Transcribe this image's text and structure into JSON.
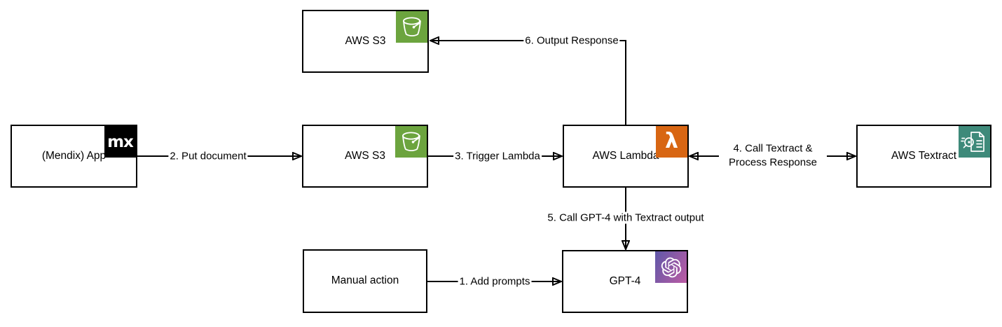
{
  "diagram": {
    "type": "architecture-flow",
    "nodes": [
      {
        "id": "mendix-app",
        "label": "(Mendix) App",
        "icon": "mendix-icon",
        "icon_glyph": "mx"
      },
      {
        "id": "aws-s3-output",
        "label": "AWS S3",
        "icon": "s3-bucket-icon"
      },
      {
        "id": "aws-s3-input",
        "label": "AWS S3",
        "icon": "s3-bucket-icon"
      },
      {
        "id": "aws-lambda",
        "label": "AWS Lambda",
        "icon": "lambda-icon",
        "icon_glyph": "λ"
      },
      {
        "id": "aws-textract",
        "label": "AWS Textract",
        "icon": "textract-icon"
      },
      {
        "id": "manual-action",
        "label": "Manual action"
      },
      {
        "id": "gpt-4",
        "label": "GPT-4",
        "icon": "openai-icon"
      }
    ],
    "edges": [
      {
        "id": "add-prompts",
        "label": "1. Add prompts",
        "from": "manual-action",
        "to": "gpt-4",
        "direction": "one-way"
      },
      {
        "id": "put-document",
        "label": "2. Put document",
        "from": "mendix-app",
        "to": "aws-s3-input",
        "direction": "one-way"
      },
      {
        "id": "trigger-lambda",
        "label": "3. Trigger Lambda",
        "from": "aws-s3-input",
        "to": "aws-lambda",
        "direction": "one-way"
      },
      {
        "id": "call-textract",
        "label": "4. Call Textract & Process Response",
        "from": "aws-lambda",
        "to": "aws-textract",
        "direction": "two-way"
      },
      {
        "id": "call-gpt4",
        "label": "5. Call GPT-4 with Textract output",
        "from": "aws-lambda",
        "to": "gpt-4",
        "direction": "one-way"
      },
      {
        "id": "output-response",
        "label": "6. Output Response",
        "from": "aws-lambda",
        "to": "aws-s3-output",
        "direction": "one-way"
      }
    ],
    "colors": {
      "s3_green": "#6CA43E",
      "lambda_orange": "#D86613",
      "textract_teal": "#3E8A7A",
      "gpt_grad_start": "#5F58A8",
      "gpt_grad_end": "#BC5BA4",
      "mendix_black": "#000000",
      "line_black": "#000000"
    }
  }
}
